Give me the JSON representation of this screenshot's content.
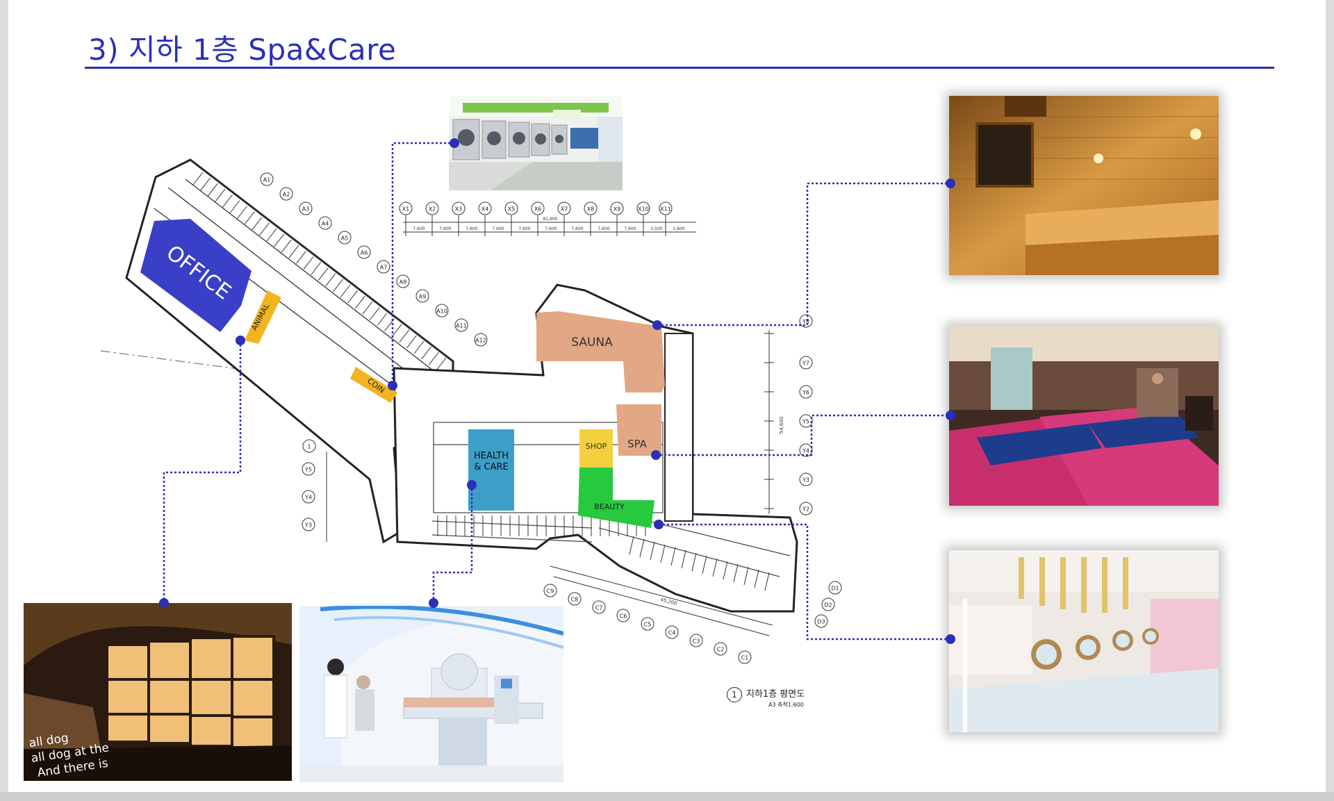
{
  "title": "3) 지하 1층 Spa&Care",
  "colors": {
    "accent": "#2a2fb8",
    "office": "#3a3fc7",
    "animal": "#f2b51f",
    "coin": "#f2b51f",
    "sauna": "#e2a784",
    "spa": "#e2a784",
    "health_care": "#3d9fc8",
    "shop": "#f4d03f",
    "beauty": "#27c93f"
  },
  "zones": {
    "office": "OFFICE",
    "animal": "ANIMAL",
    "coin": "COIN",
    "sauna": "SAUNA",
    "spa": "SPA",
    "health_care": "HEALTH & CARE",
    "shop": "SHOP",
    "beauty": "BEAUTY"
  },
  "grid_labels": {
    "top": [
      "X1",
      "X2",
      "X3",
      "X4",
      "X5",
      "X6",
      "X7",
      "X8",
      "X9",
      "X10",
      "X11"
    ],
    "diag": [
      "A1",
      "A2",
      "A3",
      "A4",
      "A5",
      "A6",
      "A7",
      "A8",
      "A9",
      "A10",
      "A11",
      "A12"
    ],
    "right": [
      "Y8",
      "Y7",
      "Y6",
      "Y5",
      "Y4",
      "Y3",
      "Y2"
    ],
    "left": [
      "Y5",
      "Y4",
      "Y3"
    ],
    "bottom": [
      "C9",
      "C8",
      "C7",
      "C6",
      "C5",
      "C4",
      "C3",
      "C2",
      "C1"
    ],
    "corner": [
      "D1",
      "D2",
      "D3"
    ]
  },
  "dimensions": {
    "top_spans": [
      "7,600",
      "7,600",
      "7,600",
      "7,600",
      "7,600",
      "7,600",
      "7,600",
      "7,600",
      "7,600",
      "3,500",
      "1,600"
    ],
    "top_total": "81,900",
    "right_total": "54,600",
    "bottom_total": "45,200"
  },
  "photos": [
    {
      "name": "laundry-photo"
    },
    {
      "name": "sauna-photo"
    },
    {
      "name": "spa-photo"
    },
    {
      "name": "beauty-photo"
    },
    {
      "name": "animal-photo",
      "wall_text": [
        "all dog",
        "all dog at the",
        "And there is"
      ]
    },
    {
      "name": "health-care-photo"
    }
  ],
  "caption": {
    "number": "1",
    "text": "지하1층 평면도",
    "sub": "A3 축척1:600"
  }
}
